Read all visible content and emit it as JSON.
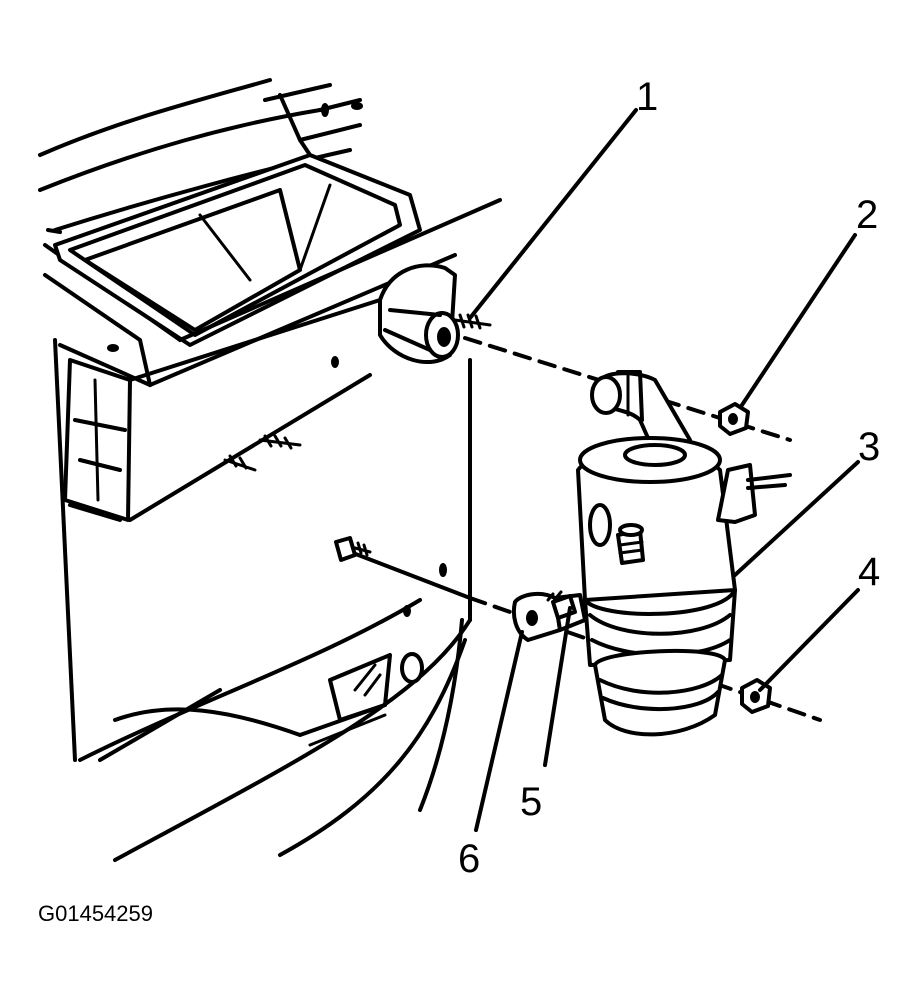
{
  "figure_id": "G01454259",
  "callouts": [
    {
      "number": "1"
    },
    {
      "number": "2"
    },
    {
      "number": "3"
    },
    {
      "number": "4"
    },
    {
      "number": "5"
    },
    {
      "number": "6"
    }
  ]
}
